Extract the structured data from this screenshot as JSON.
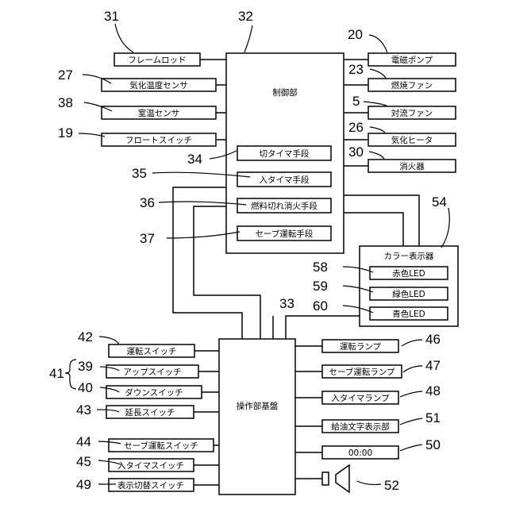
{
  "labels": {
    "frame_rod": "フレームロッド",
    "vapor_temp_sensor": "気化温度センサ",
    "room_temp_sensor": "室温センサ",
    "float_switch": "フロートスイッチ",
    "control_unit": "制御部",
    "off_timer": "切タイマ手段",
    "on_timer": "入タイマ手段",
    "fuel_out": "燃料切れ消火手段",
    "save_op": "セーブ運転手段",
    "solenoid_pump": "電磁ポンプ",
    "combustion_fan": "燃焼ファン",
    "convection_fan": "対流ファン",
    "vapor_heater": "気化ヒータ",
    "extinguisher": "消火器",
    "color_display": "カラー表示器",
    "red_led": "赤色LED",
    "green_led": "緑色LED",
    "blue_led": "青色LED",
    "op_switch": "運転スイッチ",
    "up_switch": "アップスイッチ",
    "down_switch": "ダウンスイッチ",
    "extend_switch": "延長スイッチ",
    "save_switch": "セーブ運転スイッチ",
    "on_timer_switch": "入タイマスイッチ",
    "display_switch": "表示切替スイッチ",
    "op_board": "操作部基盤",
    "op_lamp": "運転ランプ",
    "save_lamp": "セーブ運転ランプ",
    "on_timer_lamp": "入タイマランプ",
    "fuel_display": "給油文字表示部",
    "time_display": "00:00"
  },
  "refs": {
    "n31": "31",
    "n32": "32",
    "n20": "20",
    "n27": "27",
    "n23": "23",
    "n38": "38",
    "n5": "5",
    "n19": "19",
    "n26": "26",
    "n34": "34",
    "n30": "30",
    "n35": "35",
    "n54": "54",
    "n36": "36",
    "n37": "37",
    "n58": "58",
    "n59": "59",
    "n60": "60",
    "n33": "33",
    "n42": "42",
    "n46": "46",
    "n41": "41",
    "n39": "39",
    "n47": "47",
    "n40": "40",
    "n48": "48",
    "n43": "43",
    "n51": "51",
    "n44": "44",
    "n50": "50",
    "n45": "45",
    "n49": "49",
    "n52": "52"
  }
}
